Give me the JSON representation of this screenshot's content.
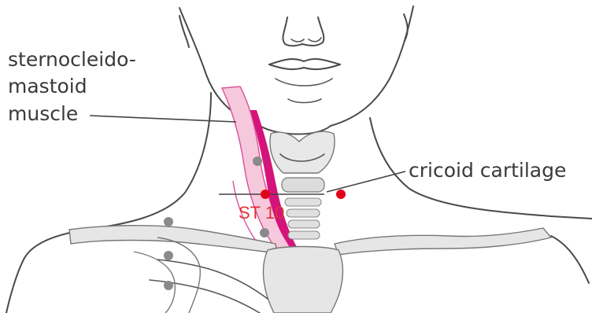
{
  "labels": {
    "muscle_line1": "sternocleido-",
    "muscle_line2": "mastoid",
    "muscle_line3": "muscle",
    "cartilage": "cricoid cartilage",
    "point": "ST 10"
  },
  "colors": {
    "muscle_fill": "#f6c8dc",
    "muscle_dark": "#d4147a",
    "point_red": "#e3001b",
    "point_gray": "#8a8a8a",
    "outline": "#4a4a4a"
  }
}
